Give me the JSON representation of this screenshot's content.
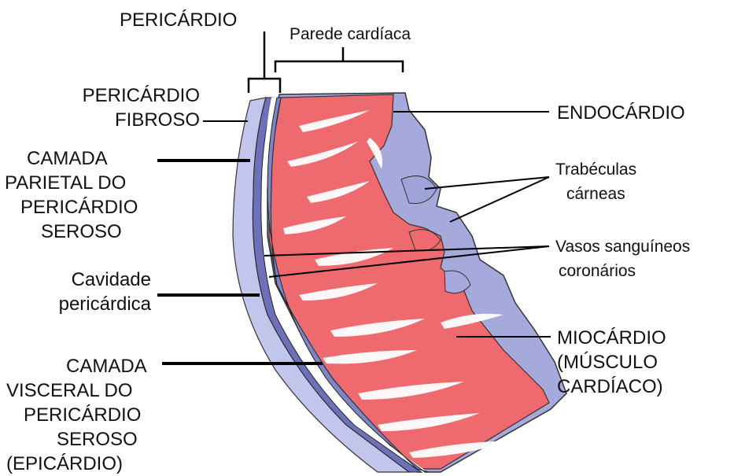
{
  "labels": {
    "pericardio": "PERICÁRDIO",
    "parede_cardiaca": "Parede cardíaca",
    "pericardio_fibroso": [
      "PERICÁRDIO",
      "FIBROSO"
    ],
    "camada_parietal": [
      "CAMADA",
      "PARIETAL DO",
      "PERICÁRDIO",
      "SEROSO"
    ],
    "cavidade": [
      "Cavidade",
      "pericárdica"
    ],
    "camada_visceral": [
      "CAMADA",
      "VISCERAL DO",
      "PERICÁRDIO",
      "SEROSO",
      "(EPICÁRDIO)"
    ],
    "endocardio": "ENDOCÁRDIO",
    "trabeculas": [
      "Trabéculas",
      "cárneas"
    ],
    "vasos": [
      "Vasos sanguíneos",
      "coronários"
    ],
    "miocardio": [
      "MIOCÁRDIO",
      "(MÚSCULO",
      "CARDÍACO)"
    ]
  },
  "colors": {
    "myocardium": "#ee6a6f",
    "endocardium": "#a5a9dc",
    "fibrous_pericardium": "#c3c6ec",
    "parietal_layer": "#6d72b8",
    "visceral_layer": "#7e84c6",
    "outline": "#222222"
  }
}
